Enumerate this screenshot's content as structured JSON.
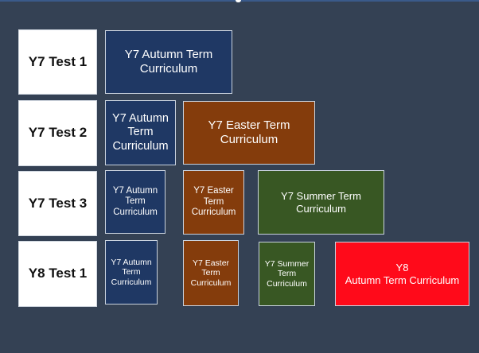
{
  "tests": [
    "Y7 Test 1",
    "Y7 Test 2",
    "Y7 Test 3",
    "Y8 Test 1"
  ],
  "rows": [
    [
      "Y7 Autumn Term\nCurriculum"
    ],
    [
      "Y7 Autumn\nTerm\nCurriculum",
      "Y7 Easter Term\nCurriculum"
    ],
    [
      "Y7 Autumn\nTerm\nCurriculum",
      "Y7 Easter\nTerm\nCurriculum",
      "Y7 Summer Term\nCurriculum"
    ],
    [
      "Y7 Autumn\nTerm\nCurriculum",
      "Y7 Easter\nTerm\nCurriculum",
      "Y7 Summer\nTerm\nCurriculum",
      "Y8\nAutumn Term Curriculum"
    ]
  ],
  "colors": {
    "background": "#344154",
    "autumn": "#1f3864",
    "easter": "#843c0c",
    "summer": "#385723",
    "y8": "#ff0a1a"
  }
}
